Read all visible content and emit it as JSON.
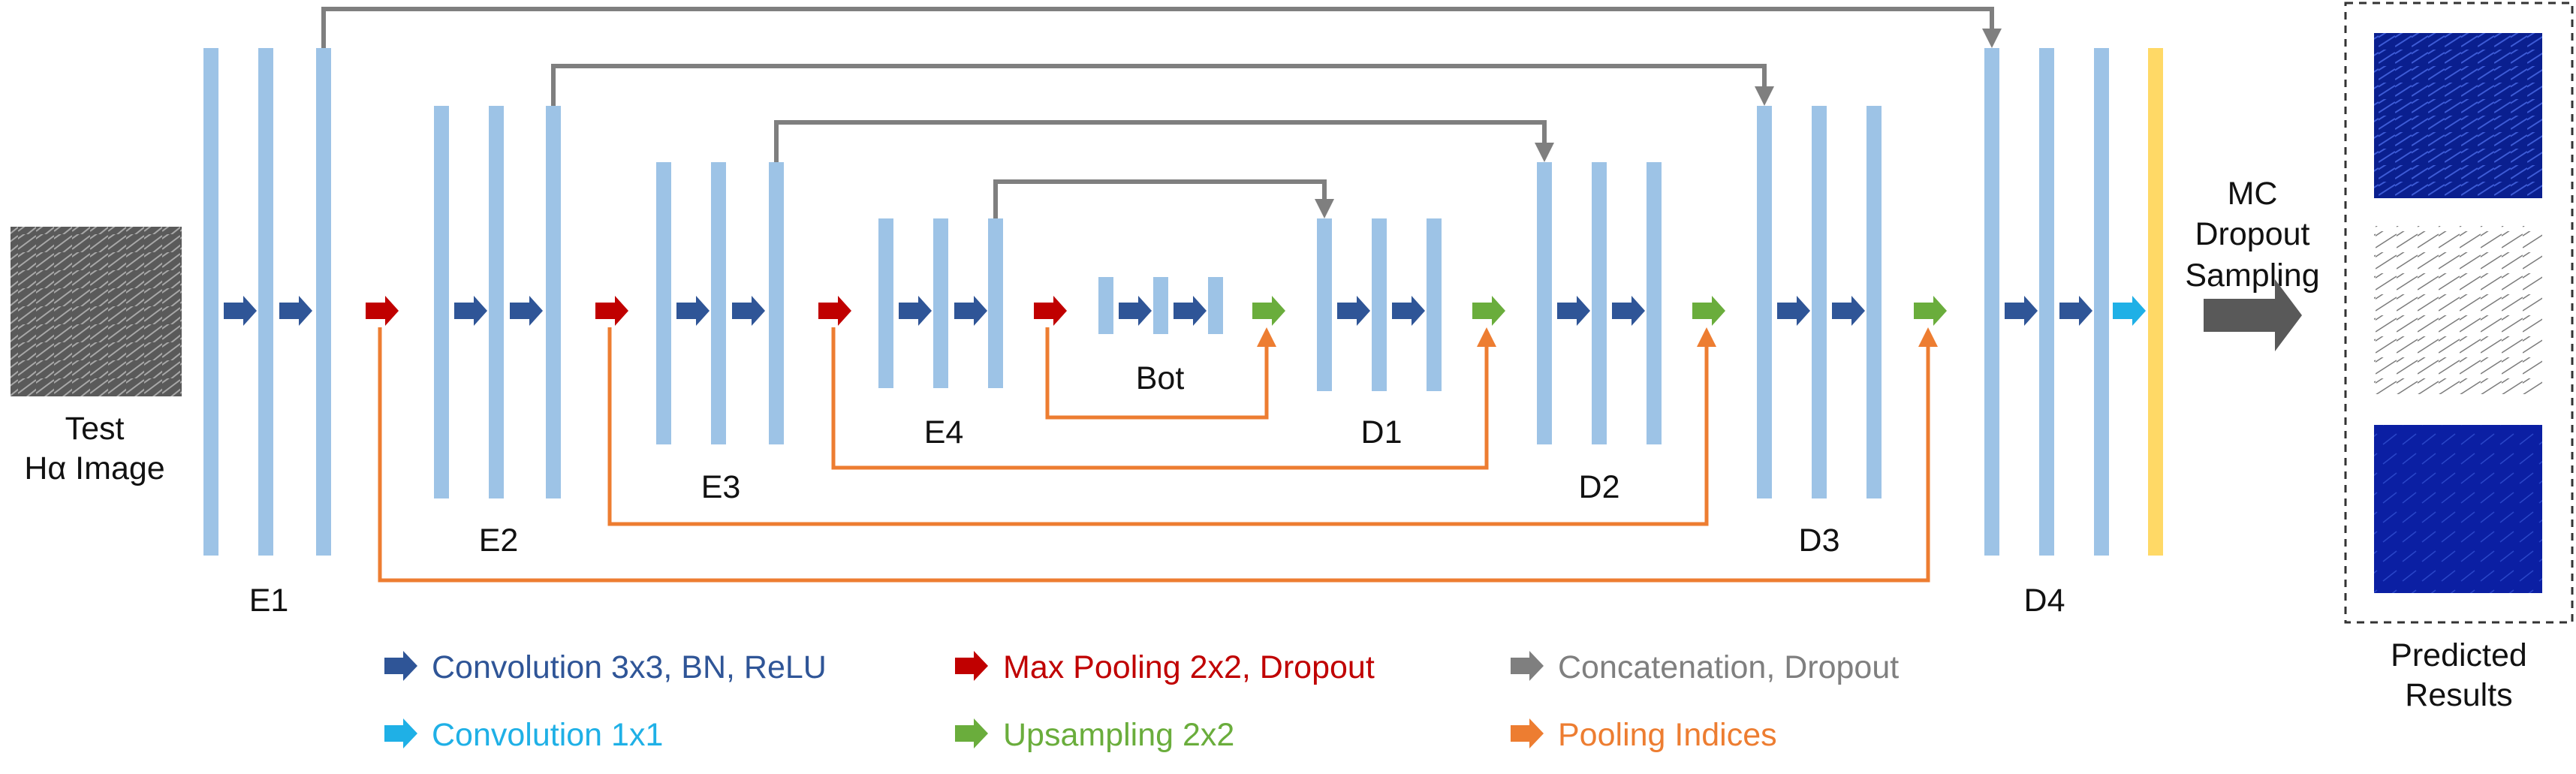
{
  "input": {
    "label_line1": "Test",
    "label_line2": "Hα Image"
  },
  "stages": {
    "E1": "E1",
    "E2": "E2",
    "E3": "E3",
    "E4": "E4",
    "Bot": "Bot",
    "D1": "D1",
    "D2": "D2",
    "D3": "D3",
    "D4": "D4"
  },
  "sampling": {
    "line1": "MC",
    "line2": "Dropout",
    "line3": "Sampling"
  },
  "output": {
    "label_line1": "Predicted",
    "label_line2": "Results"
  },
  "legend": [
    {
      "key": "conv3",
      "text": "Convolution 3x3, BN, ReLU",
      "color": "#2f5597"
    },
    {
      "key": "maxpool",
      "text": "Max Pooling 2x2, Dropout",
      "color": "#c00000"
    },
    {
      "key": "concat",
      "text": "Concatenation, Dropout",
      "color": "#7f7f7f"
    },
    {
      "key": "conv1",
      "text": "Convolution 1x1",
      "color": "#1fb0e6"
    },
    {
      "key": "upsample",
      "text": "Upsampling 2x2",
      "color": "#6aad3c"
    },
    {
      "key": "indices",
      "text": "Pooling Indices",
      "color": "#ed7d31"
    }
  ],
  "colors": {
    "layer": "#9dc3e6",
    "output_layer": "#ffd966",
    "conv3": "#2f5597",
    "maxpool": "#c00000",
    "concat": "#7f7f7f",
    "conv1": "#1fb0e6",
    "upsample": "#6aad3c",
    "indices": "#ed7d31",
    "sampling_arrow": "#595959"
  }
}
